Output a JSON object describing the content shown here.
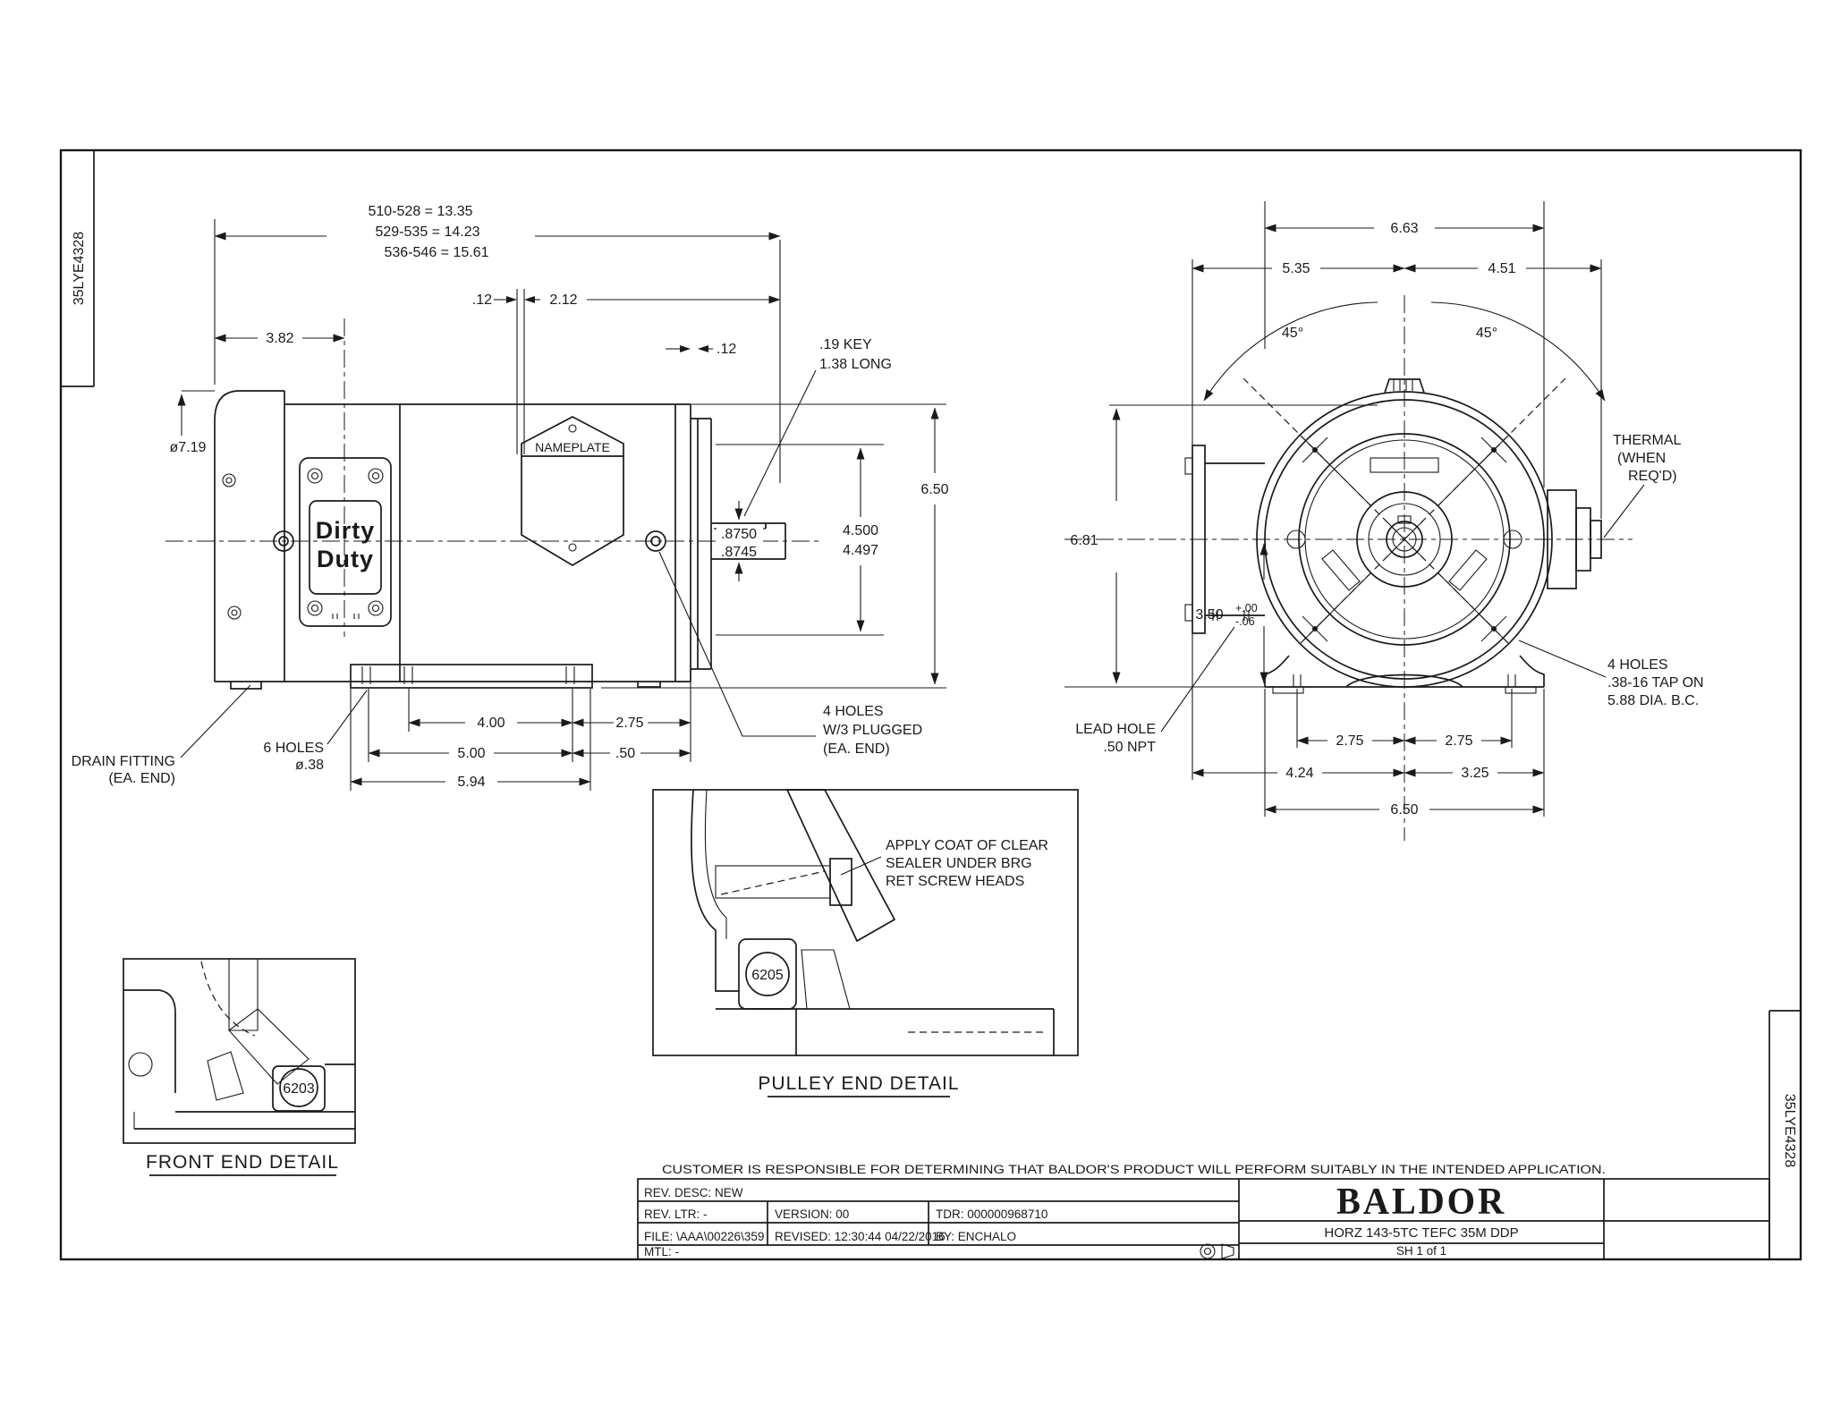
{
  "ink": "#1a1a1a",
  "sheet": {
    "id_left": "35LYE4328",
    "id_right": "35LYE4328"
  },
  "side_view": {
    "length_note_1": "510-528 = 13.35",
    "length_note_2": "529-535 = 14.23",
    "length_note_3": "536-546 = 15.61",
    "dim_front_bracket": "3.82",
    "dim_frame_dia": "ø7.19",
    "dim_gap": ".12",
    "dim_shaft_ext": "2.12",
    "dim_flange_thk": ".12",
    "key_note_1": ".19 KEY",
    "key_note_2": "1.38 LONG",
    "dim_height": "6.50",
    "dim_rabbet_max": "4.500",
    "dim_rabbet_min": "4.497",
    "dim_shaft_max": ".8750",
    "dim_shaft_min": ".8745",
    "dim_feet_rear": "4.00",
    "dim_feet_to_face": "2.75",
    "dim_feet_front": "5.00",
    "dim_face_offset": ".50",
    "dim_base_len": "5.94",
    "feet_holes_1": "6 HOLES",
    "feet_holes_2": "ø.38",
    "drain_note_1": "DRAIN FITTING",
    "drain_note_2": "(EA. END)",
    "plug_note_1": "4 HOLES",
    "plug_note_2": "W/3 PLUGGED",
    "plug_note_3": "(EA. END)",
    "nameplate_label": "NAMEPLATE",
    "logo_line_1": "Dirty",
    "logo_line_2": "Duty"
  },
  "end_view": {
    "dim_body_width": "6.63",
    "dim_cl_to_lead": "5.35",
    "dim_cl_to_thermal": "4.51",
    "angle_left": "45°",
    "angle_right": "45°",
    "dim_overall_height": "6.81",
    "dim_lead_height": "3.50",
    "tol_plus": "+.00",
    "tol_minus": "-.06",
    "thermal_note_1": "THERMAL",
    "thermal_note_2": "(WHEN",
    "thermal_note_3": "REQ'D)",
    "lead_note_1": "LEAD HOLE",
    "lead_note_2": ".50 NPT",
    "tap_note_1": "4 HOLES",
    "tap_note_2": ".38-16 TAP ON",
    "tap_note_3": "5.88 DIA. B.C.",
    "dim_feet_left": "2.75",
    "dim_feet_right": "2.75",
    "dim_lead_to_cl": "4.24",
    "dim_cl_to_edge": "3.25",
    "dim_feet_width": "6.50"
  },
  "details": {
    "pulley_title": "PULLEY END DETAIL",
    "front_title": "FRONT END DETAIL",
    "pulley_bearing": "6205",
    "front_bearing": "6203",
    "sealer_note_1": "APPLY COAT OF CLEAR",
    "sealer_note_2": "SEALER UNDER BRG",
    "sealer_note_3": "RET SCREW HEADS"
  },
  "title_block": {
    "disclaimer": "CUSTOMER IS RESPONSIBLE FOR DETERMINING THAT BALDOR'S PRODUCT WILL PERFORM SUITABLY IN THE INTENDED APPLICATION.",
    "rev_desc": "REV. DESC:  NEW",
    "rev_ltr": "REV. LTR:  -",
    "version": "VERSION: 00",
    "tdr": "TDR: 000000968710",
    "file": "FILE: \\AAA\\00226\\359",
    "revised": "REVISED: 12:30:44 04/22/2016",
    "by": "BY:  ENCHALO",
    "mtl": "MTL: -",
    "brand": "BALDOR",
    "model": "HORZ 143-5TC TEFC 35M DDP",
    "sheet_num": "SH 1 of 1"
  }
}
